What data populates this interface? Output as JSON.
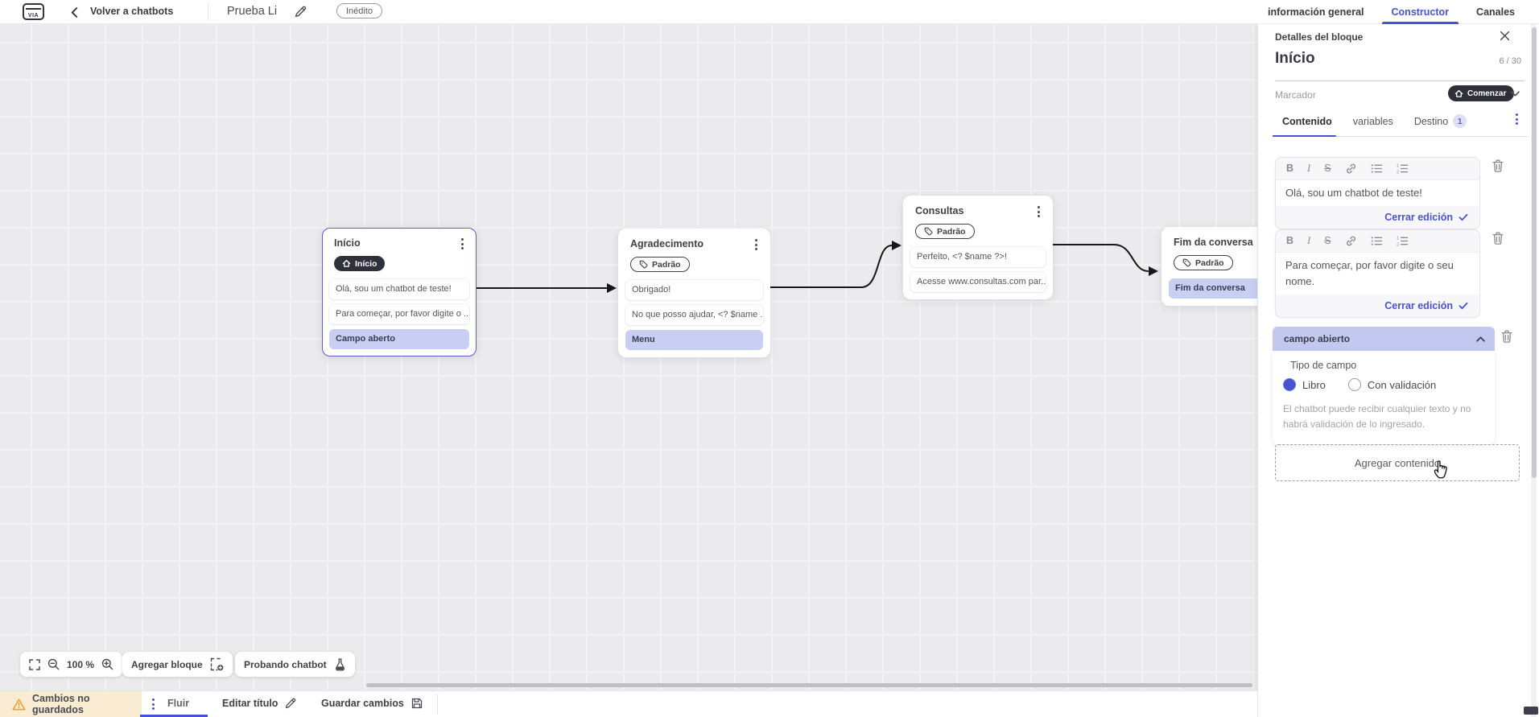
{
  "topbar": {
    "logo_text": "VIA",
    "back_label": "Volver a chatbots",
    "title": "Prueba Li",
    "status_badge": "Inédito",
    "tabs": [
      {
        "label": "información general",
        "active": false
      },
      {
        "label": "Constructor",
        "active": true
      },
      {
        "label": "Canales",
        "active": false
      }
    ]
  },
  "canvas": {
    "nodes": [
      {
        "title": "Início",
        "selected": true,
        "badge": {
          "label": "Início",
          "style": "dark",
          "icon": "home-icon"
        },
        "rows": [
          {
            "text": "Olá, sou um chatbot de teste!",
            "variant": "message"
          },
          {
            "text": "Para começar, por favor digite o ...",
            "variant": "message"
          },
          {
            "text": "Campo aberto",
            "variant": "action"
          }
        ]
      },
      {
        "title": "Agradecimento",
        "selected": false,
        "badge": {
          "label": "Padrão",
          "style": "outline",
          "icon": "tag-icon"
        },
        "rows": [
          {
            "text": "Obrigado!",
            "variant": "message"
          },
          {
            "text": "No que posso ajudar, <? $name ...",
            "variant": "message"
          },
          {
            "text": "Menu",
            "variant": "action"
          }
        ]
      },
      {
        "title": "Consultas",
        "selected": false,
        "badge": {
          "label": "Padrão",
          "style": "outline",
          "icon": "tag-icon"
        },
        "rows": [
          {
            "text": "Perfeito, <? $name ?>!",
            "variant": "message"
          },
          {
            "text": "Acesse www.consultas.com par...",
            "variant": "message"
          }
        ]
      },
      {
        "title": "Fim da conversa",
        "selected": false,
        "badge": {
          "label": "Padrão",
          "style": "outline",
          "icon": "tag-icon"
        },
        "rows": [
          {
            "text": "Fim da conversa",
            "variant": "action"
          }
        ]
      }
    ],
    "toolbar": {
      "zoom_level": "100 %",
      "add_block": "Agregar bloque",
      "test_chatbot": "Probando chatbot"
    }
  },
  "panel": {
    "header": "Detalles del bloque",
    "block_title": "Início",
    "char_counter": "6 / 30",
    "marker_label": "Marcador",
    "marker_value": "Comenzar",
    "tabs": [
      {
        "label": "Contenido",
        "active": true
      },
      {
        "label": "variables",
        "active": false
      },
      {
        "label": "Destino",
        "active": false,
        "badge": "1"
      }
    ],
    "editor_toolbar": [
      "bold-icon",
      "italic-icon",
      "strikethrough-icon",
      "link-icon",
      "bullet-list-icon",
      "numbered-list-icon"
    ],
    "editors": [
      {
        "text": "Olá, sou um chatbot de teste!",
        "close_label": "Cerrar edición"
      },
      {
        "text": "Para começar, por favor digite o seu nome.",
        "close_label": "Cerrar edición"
      }
    ],
    "open_field": {
      "header": "campo abierto",
      "type_label": "Tipo de campo",
      "options": [
        {
          "label": "Libro",
          "selected": true
        },
        {
          "label": "Con validación",
          "selected": false
        }
      ],
      "helper": "El chatbot puede recibir cualquier texto y no habrá validación de lo ingresado."
    },
    "add_content": "Agregar contenido"
  },
  "footer": {
    "unsaved": "Cambios no guardados",
    "flow_tab": "Fluir",
    "edit_title": "Editar título",
    "save": "Guardar cambios"
  },
  "colors": {
    "accent": "#4753d2",
    "lavender_row": "#c9cff3",
    "dark_pill": "#30303c",
    "warning": "#e7a33c",
    "warning_bg": "#f9ecd2",
    "connector": "#17171c"
  }
}
